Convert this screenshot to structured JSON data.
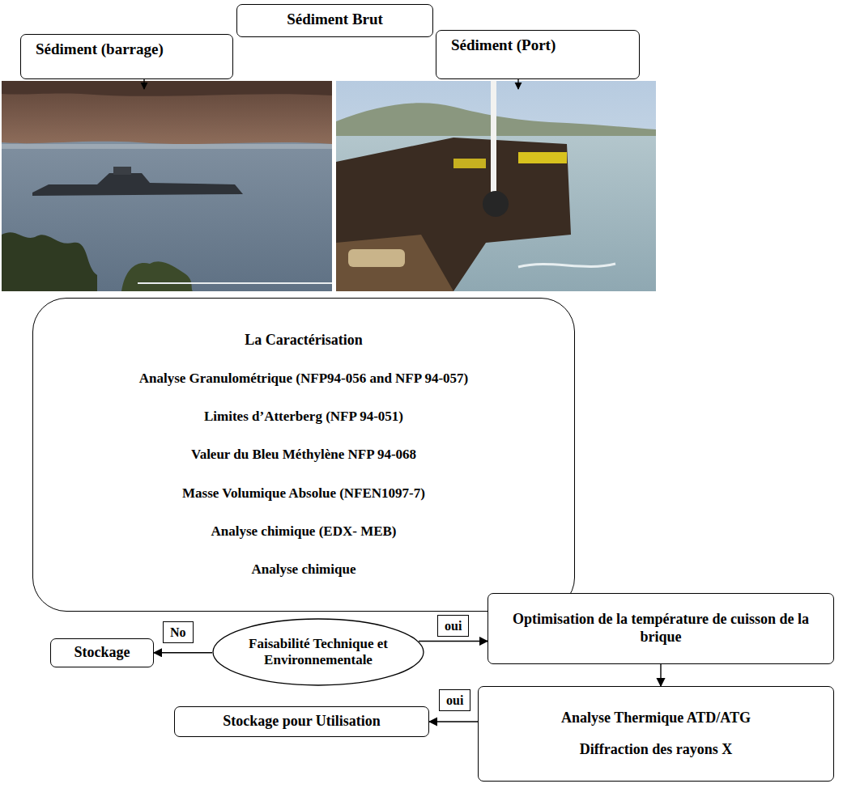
{
  "diagram": {
    "nodes": [
      {
        "text": [
          "Sédiment Brut"
        ]
      },
      {
        "text": [
          "Sédiment (barrage)"
        ]
      },
      {
        "text": [
          "Sédiment (Port)"
        ]
      },
      {
        "text": [
          "La Caractérisation",
          "Analyse Granulométrique (NFP94-056 and NFP 94-057)",
          "Limites d’Atterberg (NFP 94-051)",
          "Valeur du Bleu Méthylène NFP 94-068",
          "Masse Volumique Absolue (NFEN1097-7)",
          "Analyse chimique (EDX- MEB)",
          "Analyse chimique"
        ]
      },
      {
        "text": [
          "Stockage"
        ]
      },
      {
        "text": [
          "Faisabilité Technique et Environnementale"
        ]
      },
      {
        "text": [
          "Optimisation de la température de cuisson de la brique"
        ]
      },
      {
        "text": [
          "Analyse Thermique ATD/ATG",
          "Diffraction des rayons X"
        ]
      },
      {
        "text": [
          "Stockage pour Utilisation"
        ]
      }
    ],
    "edges": [
      {
        "from": 5,
        "to": 4,
        "label": "No",
        "arrow": "to"
      },
      {
        "from": 5,
        "to": 6,
        "label": "oui",
        "arrow": "to"
      },
      {
        "from": 6,
        "to": 7,
        "arrow": "to"
      },
      {
        "from": 7,
        "to": 8,
        "label": "oui",
        "arrow": "to"
      }
    ]
  }
}
